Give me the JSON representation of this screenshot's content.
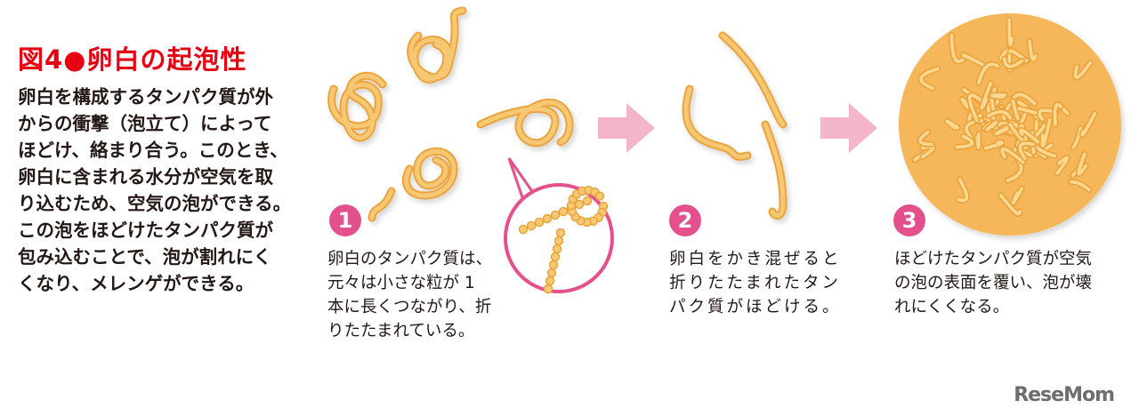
{
  "title": "図4●卵白の起泡性",
  "intro_lines": [
    "卵白を構成するタンパク質が外",
    "からの衝撃（泡立て）によって",
    "ほどけ、絡まり合う。このとき、",
    "卵白に含まれる水分が空気を取",
    "り込むため、空気の泡ができる。",
    "この泡をほどけたタンパク質が",
    "包み込むことで、泡が割れにく",
    "くなり、メレンゲができる。"
  ],
  "steps": [
    {
      "number": "1",
      "lines": [
        "卵白のタンパク質は、",
        "元々は小さな粒が 1",
        "本に長くつながり、折",
        "りたたまれている。"
      ]
    },
    {
      "number": "2",
      "lines": [
        "卵白をかき混ぜると",
        "折りたたまれたタン",
        "パク質がほどける。"
      ]
    },
    {
      "number": "3",
      "lines": [
        "ほどけたタンパク質が空気",
        "の泡の表面を覆い、泡が壊",
        "れにくくなる。"
      ]
    }
  ],
  "logo": "ReseMom",
  "colors": {
    "title": "#e60012",
    "badge": "#e4508c",
    "arrow": "#f3b6c8",
    "strand": "#f7c873",
    "strand_edge": "#eba43c"
  }
}
